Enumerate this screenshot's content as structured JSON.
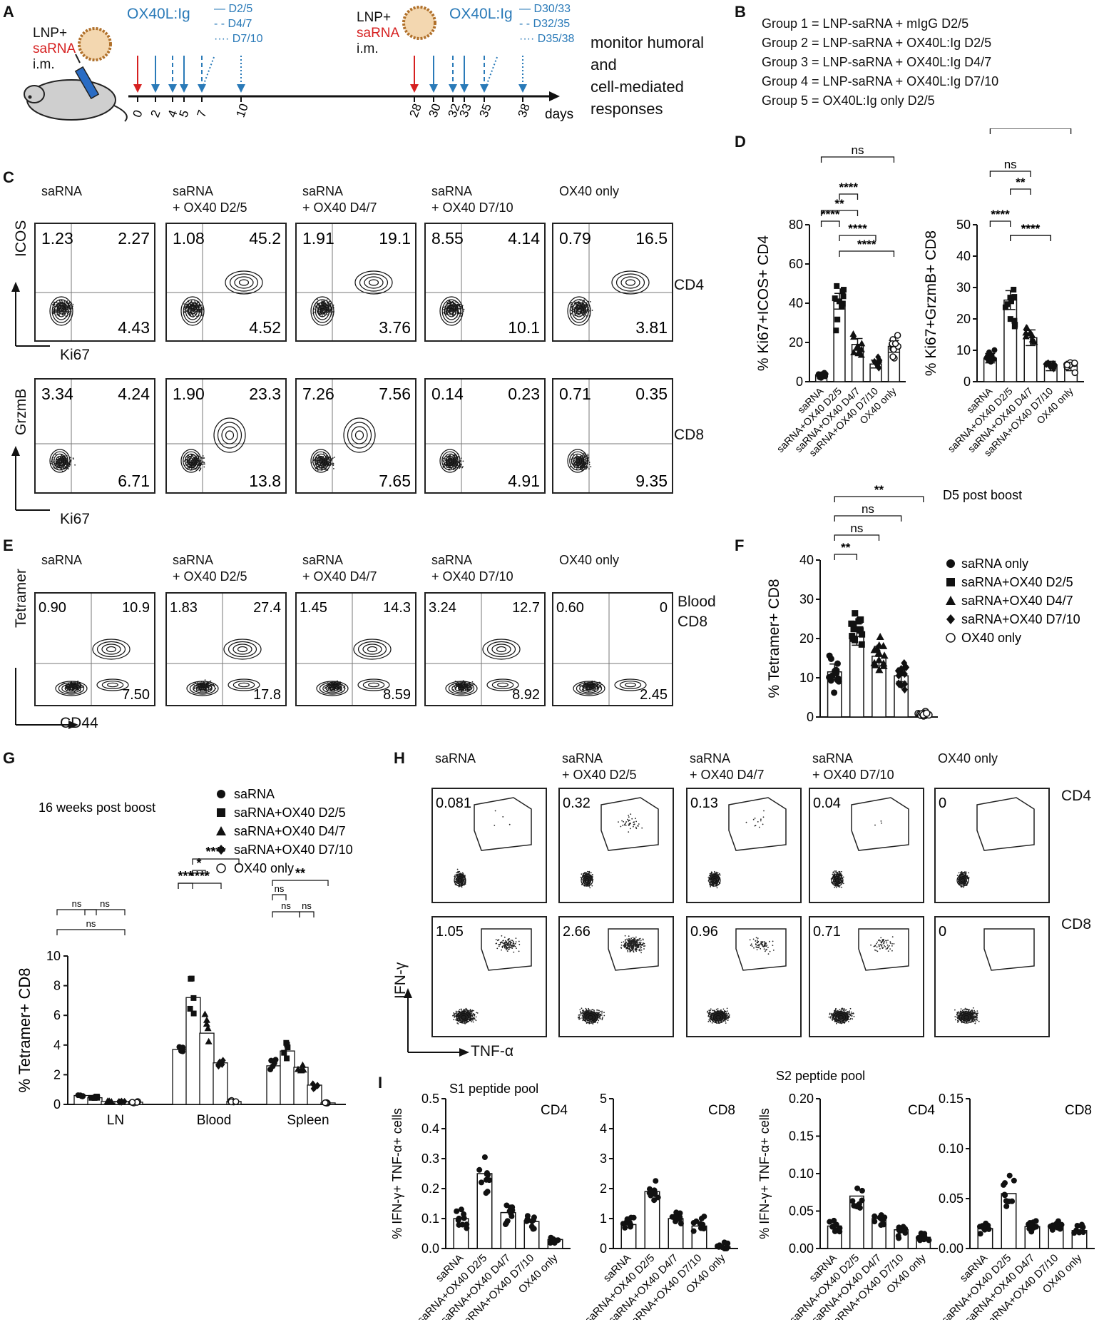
{
  "panels": {
    "A": "A",
    "B": "B",
    "C": "C",
    "D": "D",
    "E": "E",
    "F": "F",
    "G": "G",
    "H": "H",
    "I": "I"
  },
  "a": {
    "lnp1": "LNP+",
    "sarna1": "saRNA",
    "im1": "i.m.",
    "ox1": "OX40L:Ig",
    "legend1": [
      "D2/5",
      "D4/7",
      "D7/10"
    ],
    "lnp2": "LNP+",
    "sarna2": "saRNA",
    "im2": "i.m.",
    "ox2": "OX40L:Ig",
    "legend2": [
      "D30/33",
      "D32/35",
      "D35/38"
    ],
    "ticks": [
      "0",
      "2",
      "4",
      "5",
      "7",
      "10",
      "28",
      "30",
      "32",
      "33",
      "35",
      "38"
    ],
    "days": "days",
    "monitor": [
      "monitor humoral",
      "and",
      "cell-mediated",
      "responses"
    ]
  },
  "b": {
    "groups": [
      "Group 1 = LNP-saRNA + mIgG D2/5",
      "Group 2 = LNP-saRNA + OX40L:Ig D2/5",
      "Group 3 = LNP-saRNA + OX40L:Ig D4/7",
      "Group 4 = LNP-saRNA + OX40L:Ig D7/10",
      "Group 5 = OX40L:Ig only D2/5"
    ]
  },
  "c": {
    "conditions": [
      [
        "saRNA",
        ""
      ],
      [
        "saRNA",
        "+ OX40 D2/5"
      ],
      [
        "saRNA",
        "+ OX40 D4/7"
      ],
      [
        "saRNA",
        "+ OX40 D7/10"
      ],
      [
        "OX40 only",
        ""
      ]
    ],
    "cd4_q": [
      [
        "1.23",
        "2.27",
        "4.43"
      ],
      [
        "1.08",
        "45.2",
        "4.52"
      ],
      [
        "1.91",
        "19.1",
        "3.76"
      ],
      [
        "8.55",
        "4.14",
        "10.1"
      ],
      [
        "0.79",
        "16.5",
        "3.81"
      ]
    ],
    "cd8_q": [
      [
        "3.34",
        "4.24",
        "6.71"
      ],
      [
        "1.90",
        "23.3",
        "13.8"
      ],
      [
        "7.26",
        "7.56",
        "7.65"
      ],
      [
        "0.14",
        "0.23",
        "4.91"
      ],
      [
        "0.71",
        "0.35",
        "9.35"
      ]
    ],
    "y1": "ICOS",
    "x1": "Ki67",
    "y2": "GrzmB",
    "x2": "Ki67",
    "row1": "CD4",
    "row2": "CD8"
  },
  "e": {
    "conditions": [
      [
        "saRNA",
        ""
      ],
      [
        "saRNA",
        "+ OX40 D2/5"
      ],
      [
        "saRNA",
        "+ OX40 D4/7"
      ],
      [
        "saRNA",
        "+ OX40 D7/10"
      ],
      [
        "OX40 only",
        ""
      ]
    ],
    "q": [
      [
        "0.90",
        "10.9",
        "7.50"
      ],
      [
        "1.83",
        "27.4",
        "17.8"
      ],
      [
        "1.45",
        "14.3",
        "8.59"
      ],
      [
        "3.24",
        "12.7",
        "8.92"
      ],
      [
        "0.60",
        "0",
        "2.45"
      ]
    ],
    "y": "Tetramer",
    "x": "CD44",
    "side": [
      "Blood",
      "CD8"
    ]
  },
  "h": {
    "conditions": [
      [
        "saRNA",
        ""
      ],
      [
        "saRNA",
        "+ OX40 D2/5"
      ],
      [
        "saRNA",
        "+ OX40 D4/7"
      ],
      [
        "saRNA",
        "+ OX40 D7/10"
      ],
      [
        "OX40 only",
        ""
      ]
    ],
    "cd4": [
      "0.081",
      "0.32",
      "0.13",
      "0.04",
      "0"
    ],
    "cd8": [
      "1.05",
      "2.66",
      "0.96",
      "0.71",
      "0"
    ],
    "y": "IFN-γ",
    "x": "TNF-α",
    "row1": "CD4",
    "row2": "CD8"
  },
  "g_text": {
    "subtitle": "16 weeks post boost",
    "legend": [
      "saRNA",
      "saRNA+OX40 D2/5",
      "saRNA+OX40 D4/7",
      "saRNA+OX40 D7/10",
      "OX40 only"
    ]
  },
  "f_text": {
    "subtitle": "D5 post boost",
    "legend": [
      "saRNA only",
      "saRNA+OX40 D2/5",
      "saRNA+OX40 D4/7",
      "saRNA+OX40 D7/10",
      "OX40 only"
    ]
  },
  "i_text": {
    "s1": "S1 peptide pool",
    "s2": "S2 peptide pool"
  },
  "chart_data": [
    {
      "id": "D-left",
      "type": "bar",
      "categories": [
        "saRNA",
        "saRNA+OX40 D2/5",
        "saRNA+OX40 D4/7",
        "saRNA+OX40 D7/10",
        "OX40 only"
      ],
      "values": [
        3.5,
        41,
        19,
        9,
        18
      ],
      "errors": [
        0.8,
        4,
        3,
        2,
        3
      ],
      "ylabel": "% Ki67+ICOS+ CD4",
      "ylim": [
        0,
        80
      ],
      "yticks": [
        0,
        20,
        40,
        60,
        80
      ],
      "sig": [
        {
          "a": 0,
          "b": 1,
          "label": "****"
        },
        {
          "a": 1,
          "b": 2,
          "label": "****"
        },
        {
          "a": 0,
          "b": 2,
          "label": "**"
        },
        {
          "a": 1,
          "b": 3,
          "label": "****"
        },
        {
          "a": 1,
          "b": 4,
          "label": "****"
        },
        {
          "a": 0,
          "b": 4,
          "label": "ns"
        }
      ]
    },
    {
      "id": "D-right",
      "type": "bar",
      "categories": [
        "saRNA",
        "saRNA+OX40 D2/5",
        "saRNA+OX40 D4/7",
        "saRNA+OX40 D7/10",
        "OX40 only"
      ],
      "values": [
        7.5,
        26,
        14,
        5,
        5
      ],
      "errors": [
        1.5,
        3,
        2.5,
        1.5,
        1.5
      ],
      "ylabel": "% Ki67+GrzmB+ CD8",
      "ylim": [
        0,
        50
      ],
      "yticks": [
        0,
        10,
        20,
        30,
        40,
        50
      ],
      "sig": [
        {
          "a": 0,
          "b": 1,
          "label": "****"
        },
        {
          "a": 1,
          "b": 2,
          "label": "**"
        },
        {
          "a": 0,
          "b": 2,
          "label": "ns"
        },
        {
          "a": 1,
          "b": 3,
          "label": "****"
        },
        {
          "a": 1,
          "b": 3,
          "label": "****"
        },
        {
          "a": 0,
          "b": 4,
          "label": "ns"
        }
      ]
    },
    {
      "id": "F",
      "type": "bar",
      "categories": [
        "saRNA only",
        "saRNA+OX40 D2/5",
        "saRNA+OX40 D4/7",
        "saRNA+OX40 D7/10",
        "OX40 only"
      ],
      "values": [
        11.5,
        20.5,
        15.5,
        10.5,
        0.8
      ],
      "errors": [
        2,
        2.2,
        2.5,
        1.5,
        0.2
      ],
      "ylabel": "% Tetramer+ CD8",
      "ylim": [
        0,
        40
      ],
      "yticks": [
        0,
        10,
        20,
        30,
        40
      ],
      "sig": [
        {
          "a": 0,
          "b": 1,
          "label": "**"
        },
        {
          "a": 0,
          "b": 2,
          "label": "ns"
        },
        {
          "a": 0,
          "b": 3,
          "label": "ns"
        },
        {
          "a": 0,
          "b": 4,
          "label": "**"
        }
      ]
    },
    {
      "id": "G",
      "type": "bar",
      "groups": [
        "LN",
        "Blood",
        "Spleen"
      ],
      "series": [
        {
          "name": "saRNA",
          "values": [
            0.6,
            3.7,
            2.6
          ]
        },
        {
          "name": "saRNA+OX40 D2/5",
          "values": [
            0.45,
            7.2,
            3.6
          ]
        },
        {
          "name": "saRNA+OX40 D4/7",
          "values": [
            0.2,
            4.8,
            2.5
          ]
        },
        {
          "name": "saRNA+OX40 D7/10",
          "values": [
            0.2,
            2.8,
            1.3
          ]
        },
        {
          "name": "OX40 only",
          "values": [
            0.15,
            0.2,
            0.1
          ]
        }
      ],
      "ylabel": "% Tetramer+ CD8",
      "ylim": [
        0,
        10
      ],
      "yticks": [
        0,
        2,
        4,
        6,
        8,
        10
      ],
      "sig_labels": [
        "ns",
        "ns",
        "ns",
        "***",
        "****",
        "*",
        "****",
        "ns",
        "ns",
        "ns",
        "**"
      ]
    },
    {
      "id": "I-S1-CD4",
      "type": "bar",
      "categories": [
        "saRNA",
        "saRNA+OX40 D2/5",
        "saRNA+OX40 D4/7",
        "saRNA+OX40 D7/10",
        "OX40 only"
      ],
      "values": [
        0.1,
        0.25,
        0.12,
        0.09,
        0.03
      ],
      "ylabel": "% IFN-γ+ TNF-α+ cells",
      "ylim": [
        0,
        0.5
      ],
      "yticks": [
        0,
        0.1,
        0.2,
        0.3,
        0.4,
        0.5
      ],
      "annotation": "CD4"
    },
    {
      "id": "I-S1-CD8",
      "type": "bar",
      "categories": [
        "saRNA",
        "saRNA+OX40 D2/5",
        "saRNA+OX40 D4/7",
        "saRNA+OX40 D7/10",
        "OX40 only"
      ],
      "values": [
        0.8,
        1.9,
        1.0,
        0.75,
        0.05
      ],
      "ylim": [
        0,
        5
      ],
      "yticks": [
        0,
        1,
        2,
        3,
        4,
        5
      ],
      "annotation": "CD8"
    },
    {
      "id": "I-S2-CD4",
      "type": "bar",
      "categories": [
        "saRNA",
        "saRNA+OX40 D2/5",
        "saRNA+OX40 D4/7",
        "saRNA+OX40 D7/10",
        "OX40 only"
      ],
      "values": [
        0.03,
        0.07,
        0.04,
        0.025,
        0.015
      ],
      "ylabel": "% IFN-γ+ TNF-α+ cells",
      "ylim": [
        0,
        0.2
      ],
      "yticks": [
        0,
        0.05,
        0.1,
        0.15,
        0.2
      ],
      "annotation": "CD4"
    },
    {
      "id": "I-S2-CD8",
      "type": "bar",
      "categories": [
        "saRNA",
        "saRNA+OX40 D2/5",
        "saRNA+OX40 D4/7",
        "saRNA+OX40 D7/10",
        "OX40 only"
      ],
      "values": [
        0.02,
        0.055,
        0.022,
        0.022,
        0.018
      ],
      "ylim": [
        0,
        0.15
      ],
      "yticks": [
        0,
        0.05,
        0.1,
        0.15
      ],
      "annotation": "CD8"
    }
  ]
}
